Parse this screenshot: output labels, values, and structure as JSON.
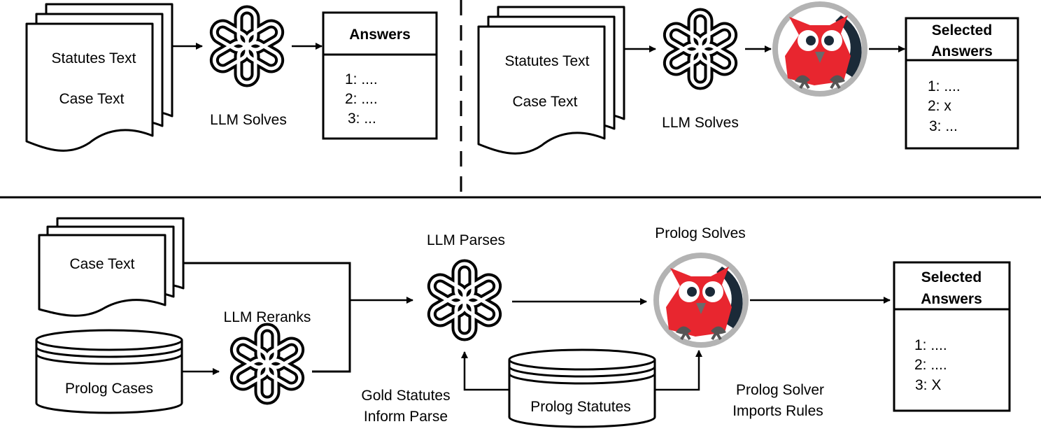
{
  "top_left": {
    "doc_line1": "Statutes Text",
    "doc_line2": "Case Text",
    "solver_label": "LLM Solves",
    "answers_title": "Answers",
    "answers": [
      "1: ....",
      "2: ....",
      "3: ..."
    ]
  },
  "top_right": {
    "doc_line1": "Statutes Text",
    "doc_line2": "Case Text",
    "solver_label": "LLM Solves",
    "answers_title_line1": "Selected",
    "answers_title_line2": "Answers",
    "answers": [
      "1: ....",
      "2:  x",
      "3: ..."
    ]
  },
  "bottom": {
    "case_doc": "Case Text",
    "cases_db": "Prolog Cases",
    "reranker_label": "LLM Reranks",
    "parser_label": "LLM Parses",
    "prolog_label": "Prolog Solves",
    "statutes_db": "Prolog Statutes",
    "gold_line1": "Gold Statutes",
    "gold_line2": "Inform Parse",
    "imports_line1": "Prolog Solver",
    "imports_line2": "Imports Rules",
    "answers_title_line1": "Selected",
    "answers_title_line2": "Answers",
    "answers": [
      "1: ....",
      "2: ....",
      "3:  X"
    ]
  },
  "colors": {
    "owl_red": "#e8262f",
    "owl_ring": "#b3b3b3",
    "owl_dark": "#1b2a38"
  },
  "icons": {
    "llm": "openai-knot-icon",
    "prolog": "swi-prolog-owl-icon"
  }
}
